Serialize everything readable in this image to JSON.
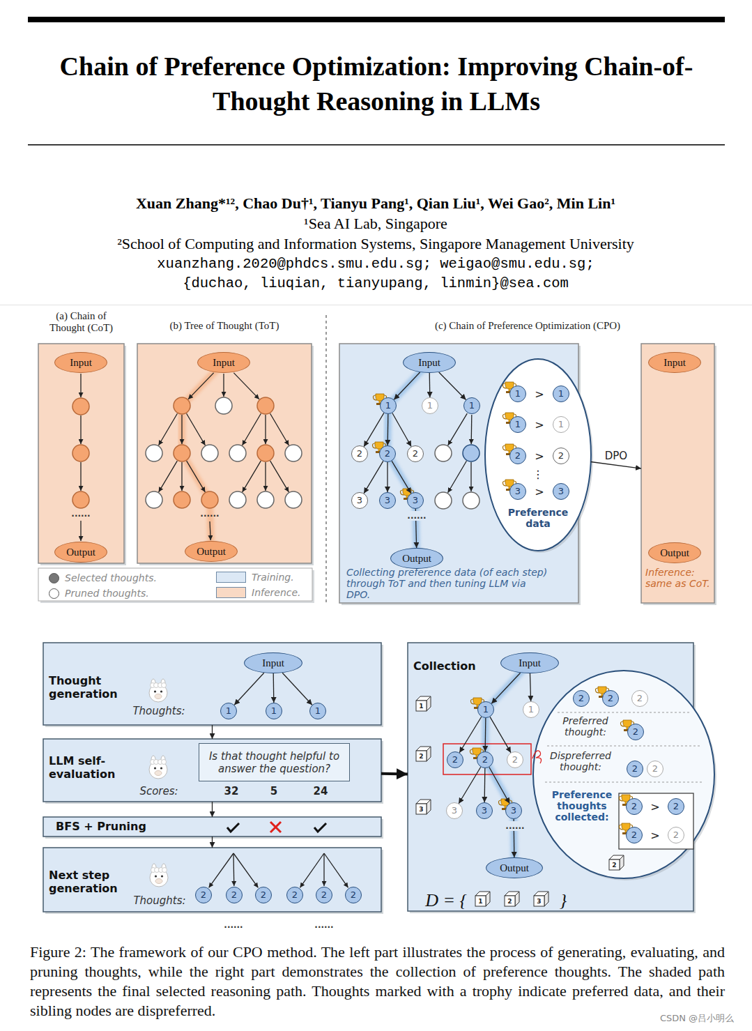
{
  "diagram": {
    "title": "Chain of Preference Optimization: Improving Chain-of-Thought Reasoning in LLMs",
    "caption": "Figure 2: The framework of our CPO method. The left part illustrates the process of generating, evaluating, and pruning thoughts, while the right part demonstrates the collection of preference thoughts. The shaded path represents the final selected reasoning path. Thoughts marked with a trophy indicate preferred data, and their sibling nodes are dispreferred.",
    "nodes": [
      {
        "text": [
          "(a) Chain of Thought (CoT)"
        ]
      },
      {
        "text": [
          "Input"
        ],
        "in": 0
      },
      {
        "text": [
          "Output"
        ],
        "in": 0
      },
      {
        "text": [
          "(b) Tree of Thought (ToT)"
        ]
      },
      {
        "text": [
          "Input"
        ],
        "in": 3
      },
      {
        "text": [
          "Output"
        ],
        "in": 3
      },
      {
        "text": [
          "Collecting preference data (of each step) through ToT and then tuning LLM via DPO."
        ]
      },
      {
        "text": [
          "Input"
        ],
        "in": 6
      },
      {
        "text": [
          "1"
        ],
        "in": 6
      },
      {
        "text": [
          "1"
        ],
        "in": 6
      },
      {
        "text": [
          "1"
        ],
        "in": 6
      },
      {
        "text": [
          "2"
        ],
        "in": 6
      },
      {
        "text": [
          "2"
        ],
        "in": 6
      },
      {
        "text": [
          "2"
        ],
        "in": 6
      },
      {
        "text": [
          "3"
        ],
        "in": 6
      },
      {
        "text": [
          "3"
        ],
        "in": 6
      },
      {
        "text": [
          "3"
        ],
        "in": 6
      },
      {
        "text": [
          "Output"
        ],
        "in": 6
      },
      {
        "text": [
          "Preference data"
        ]
      },
      {
        "text": [
          "1"
        ],
        "in": 18
      },
      {
        "text": [
          "1"
        ],
        "in": 18
      },
      {
        "text": [
          "1"
        ],
        "in": 18
      },
      {
        "text": [
          "1"
        ],
        "in": 18
      },
      {
        "text": [
          "2"
        ],
        "in": 18
      },
      {
        "text": [
          "2"
        ],
        "in": 18
      },
      {
        "text": [
          "3"
        ],
        "in": 18
      },
      {
        "text": [
          "3"
        ],
        "in": 18
      },
      {
        "text": [
          "Inference: same as CoT."
        ]
      },
      {
        "text": [
          "Input"
        ],
        "in": 27
      },
      {
        "text": [
          "Output"
        ],
        "in": 27
      },
      {
        "text": [
          "Thought generation"
        ]
      },
      {
        "text": [
          "Input"
        ],
        "in": 30
      },
      {
        "text": [
          "1"
        ],
        "in": 30
      },
      {
        "text": [
          "1"
        ],
        "in": 30
      },
      {
        "text": [
          "1"
        ],
        "in": 30
      },
      {
        "text": [
          "LLM self-evaluation"
        ]
      },
      {
        "text": [
          "Is that thought helpful to answer the question?"
        ],
        "in": 35
      },
      {
        "text": [
          "BFS + Pruning"
        ]
      },
      {
        "text": [
          "Next step generation"
        ]
      },
      {
        "text": [
          "2"
        ],
        "in": 38
      },
      {
        "text": [
          "2"
        ],
        "in": 38
      },
      {
        "text": [
          "2"
        ],
        "in": 38
      },
      {
        "text": [
          "2"
        ],
        "in": 38
      },
      {
        "text": [
          "2"
        ],
        "in": 38
      },
      {
        "text": [
          "2"
        ],
        "in": 38
      },
      {
        "text": [
          "Collection"
        ]
      },
      {
        "text": [
          "Input"
        ],
        "in": 45
      },
      {
        "text": [
          "1"
        ],
        "in": 45
      },
      {
        "text": [
          "1"
        ],
        "in": 45
      },
      {
        "text": [
          "2"
        ],
        "in": 45
      },
      {
        "text": [
          "2"
        ],
        "in": 45
      },
      {
        "text": [
          "2"
        ],
        "in": 45
      },
      {
        "text": [
          "3"
        ],
        "in": 45
      },
      {
        "text": [
          "3"
        ],
        "in": 45
      },
      {
        "text": [
          "3"
        ],
        "in": 45
      },
      {
        "text": [
          "Output"
        ],
        "in": 45
      },
      {
        "text": [
          "Preferred thought:",
          "Dispreferred thought:",
          "Preference thoughts collected:"
        ]
      },
      {
        "text": [
          "2"
        ],
        "in": 56
      },
      {
        "text": [
          "2"
        ],
        "in": 56
      },
      {
        "text": [
          "2"
        ],
        "in": 56
      },
      {
        "text": [
          "2"
        ],
        "in": 56
      },
      {
        "text": [
          "2"
        ],
        "in": 56
      },
      {
        "text": [
          "2"
        ],
        "in": 56
      },
      {
        "text": [
          "2"
        ],
        "in": 56
      },
      {
        "text": [
          "2"
        ],
        "in": 56
      },
      {
        "text": [
          "2"
        ],
        "in": 56
      },
      {
        "text": [
          "2"
        ],
        "in": 56
      }
    ],
    "edges": [
      {
        "from": 7,
        "to": 8,
        "arrow": "to"
      },
      {
        "from": 7,
        "to": 9,
        "arrow": "to"
      },
      {
        "from": 7,
        "to": 10,
        "arrow": "to"
      },
      {
        "from": 8,
        "to": 11,
        "arrow": "to"
      },
      {
        "from": 8,
        "to": 12,
        "arrow": "to"
      },
      {
        "from": 8,
        "to": 13,
        "arrow": "to"
      },
      {
        "from": 12,
        "to": 14,
        "arrow": "to"
      },
      {
        "from": 12,
        "to": 15,
        "arrow": "to"
      },
      {
        "from": 12,
        "to": 16,
        "arrow": "to"
      },
      {
        "from": 16,
        "to": 17,
        "arrow": "to"
      },
      {
        "from": 18,
        "to": 27,
        "label": "DPO",
        "arrow": "to"
      },
      {
        "from": 31,
        "to": 32,
        "arrow": "to"
      },
      {
        "from": 31,
        "to": 33,
        "arrow": "to"
      },
      {
        "from": 31,
        "to": 34,
        "arrow": "to"
      },
      {
        "from": 30,
        "to": 35,
        "arrow": "to"
      },
      {
        "from": 35,
        "to": 37,
        "arrow": "to"
      },
      {
        "from": 37,
        "to": 38,
        "arrow": "to"
      },
      {
        "from": 35,
        "to": 45,
        "arrow": "to"
      },
      {
        "from": 46,
        "to": 47,
        "arrow": "to"
      },
      {
        "from": 46,
        "to": 48,
        "arrow": "to"
      },
      {
        "from": 47,
        "to": 49,
        "arrow": "to"
      },
      {
        "from": 47,
        "to": 50,
        "arrow": "to"
      },
      {
        "from": 47,
        "to": 51,
        "arrow": "to"
      },
      {
        "from": 50,
        "to": 52,
        "arrow": "to"
      },
      {
        "from": 50,
        "to": 53,
        "arrow": "to"
      },
      {
        "from": 50,
        "to": 54,
        "arrow": "to"
      },
      {
        "from": 54,
        "to": 55,
        "arrow": "to"
      }
    ],
    "labels": [
      "Xuan Zhang*¹², Chao Du†¹, Tianyu Pang¹, Qian Liu¹, Wei Gao², Min Lin¹",
      "¹Sea AI Lab, Singapore",
      "²School of Computing and Information Systems, Singapore Management University",
      "xuanzhang.2020@phdcs.smu.edu.sg; weigao@smu.edu.sg;",
      "{duchao, liuqian, tianyupang, linmin}@sea.com",
      "(c) Chain of Preference Optimization (CPO)",
      "......",
      "......",
      "......",
      ">",
      ">",
      ">",
      ">",
      "⋮",
      "Thoughts:",
      "Scores:",
      "32",
      "5",
      "24",
      "Thoughts:",
      "......",
      "......",
      "......",
      "1",
      "2",
      "3",
      "2",
      ">",
      ">",
      "D = {",
      "1",
      "2",
      "3",
      "}",
      "CSDN @吕小明么"
    ],
    "legend": [
      {
        "text": "Selected thoughts."
      },
      {
        "text": "Pruned thoughts."
      },
      {
        "text": "Training.",
        "color": "#dce8f5"
      },
      {
        "text": "Inference.",
        "color": "#f9d9c4"
      }
    ]
  }
}
